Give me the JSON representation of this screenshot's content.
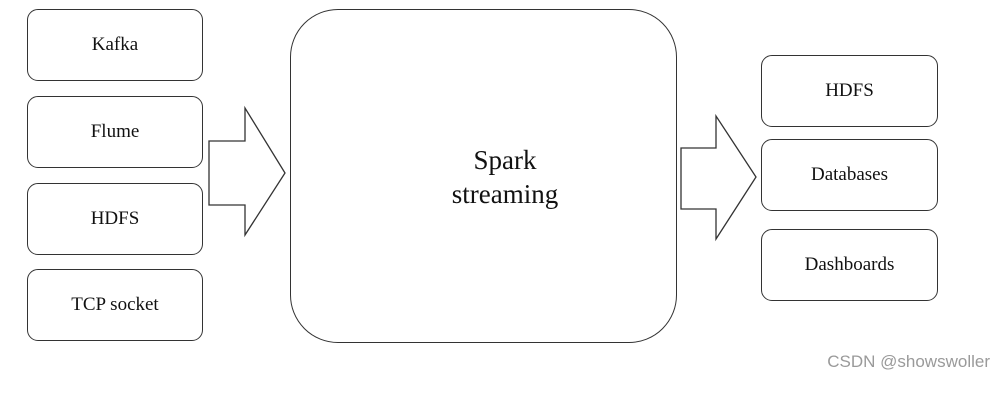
{
  "sources": [
    {
      "label": "Kafka"
    },
    {
      "label": "Flume"
    },
    {
      "label": "HDFS"
    },
    {
      "label": "TCP socket"
    }
  ],
  "core": {
    "line1": "Spark",
    "line2": "streaming"
  },
  "sinks": [
    {
      "label": "HDFS"
    },
    {
      "label": "Databases"
    },
    {
      "label": "Dashboards"
    }
  ],
  "watermark": "CSDN @showswoller",
  "colors": {
    "stroke": "#333333",
    "text": "#111111",
    "watermark": "#9a9a9a"
  }
}
